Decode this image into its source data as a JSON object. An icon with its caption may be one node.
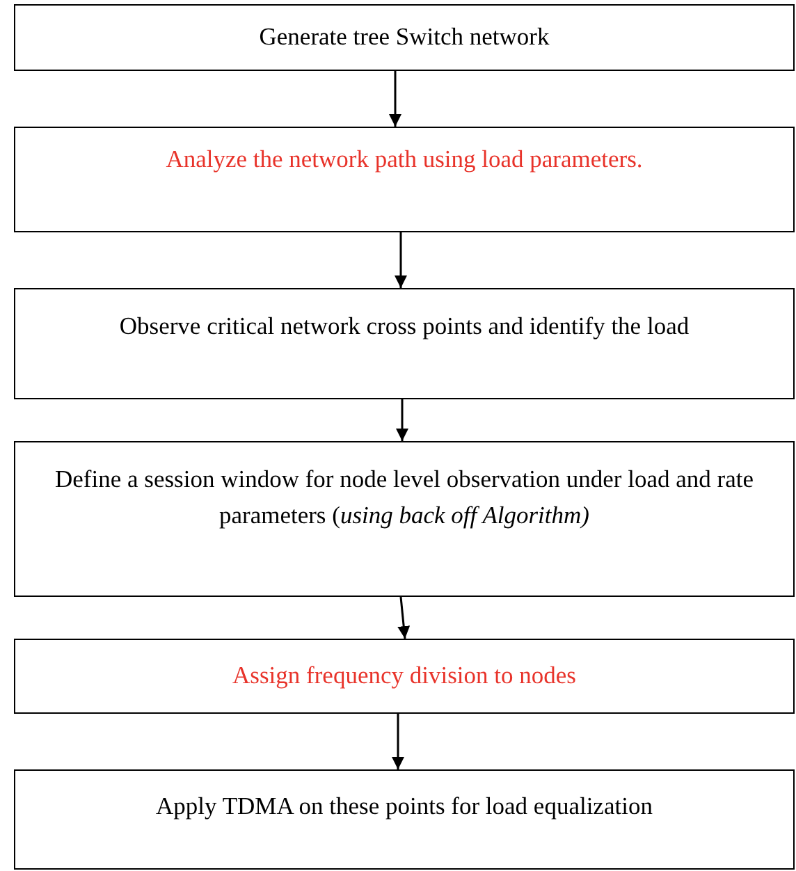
{
  "diagram": {
    "nodes": [
      {
        "text": [
          "Generate tree Switch network"
        ]
      },
      {
        "text": [
          "Analyze the network path using load parameters."
        ]
      },
      {
        "text": [
          "Observe critical network cross points and identify the load"
        ]
      },
      {
        "text": [
          "Define a session window for node level observation under load and rate parameters (*using back off Algorithm)*"
        ]
      },
      {
        "text": [
          "Assign frequency division to nodes"
        ]
      },
      {
        "text": [
          "Apply TDMA on these points for load equalization"
        ]
      }
    ],
    "edges": [
      {
        "from": 0,
        "to": 1,
        "arrow": "to"
      },
      {
        "from": 1,
        "to": 2,
        "arrow": "to"
      },
      {
        "from": 2,
        "to": 3,
        "arrow": "to"
      },
      {
        "from": 3,
        "to": 4,
        "arrow": "to"
      },
      {
        "from": 4,
        "to": 5,
        "arrow": "to"
      }
    ]
  }
}
